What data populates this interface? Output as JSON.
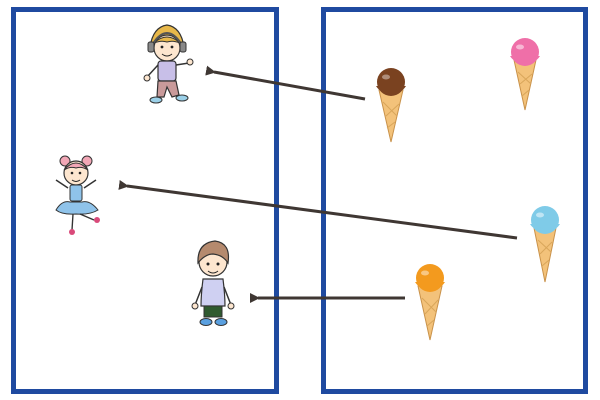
{
  "colors": {
    "panel_border": "#1f4aa0",
    "arrow": "#3f3733",
    "background": "#ffffff"
  },
  "left_panel": {
    "children": [
      {
        "name": "boy-with-headphones",
        "hair": "#e8b84a",
        "shirt": "#c8bfe8",
        "pants": "#c99a9a",
        "shoes": "#9bd0e8"
      },
      {
        "name": "girl-in-tutu",
        "hair": "#f2a7b6",
        "dress": "#8fc3ea",
        "shoes": "#d94a7a"
      },
      {
        "name": "boy-brown-hair",
        "hair": "#b58a6e",
        "shirt": "#cfd0f2",
        "pants": "#2f5a2f",
        "shoes": "#5aa0e0"
      }
    ]
  },
  "right_panel": {
    "ice_creams": [
      {
        "name": "chocolate-ice-cream",
        "scoop": "#7a4220"
      },
      {
        "name": "pink-ice-cream",
        "scoop": "#ef6fa8"
      },
      {
        "name": "blue-ice-cream",
        "scoop": "#7fcbe8"
      },
      {
        "name": "orange-ice-cream",
        "scoop": "#f39a1e"
      }
    ],
    "cone_color": "#f3c27a"
  },
  "matches": [
    {
      "from": "chocolate-ice-cream",
      "to": "boy-with-headphones"
    },
    {
      "from": "blue-ice-cream",
      "to": "girl-in-tutu"
    },
    {
      "from": "orange-ice-cream",
      "to": "boy-brown-hair"
    }
  ]
}
